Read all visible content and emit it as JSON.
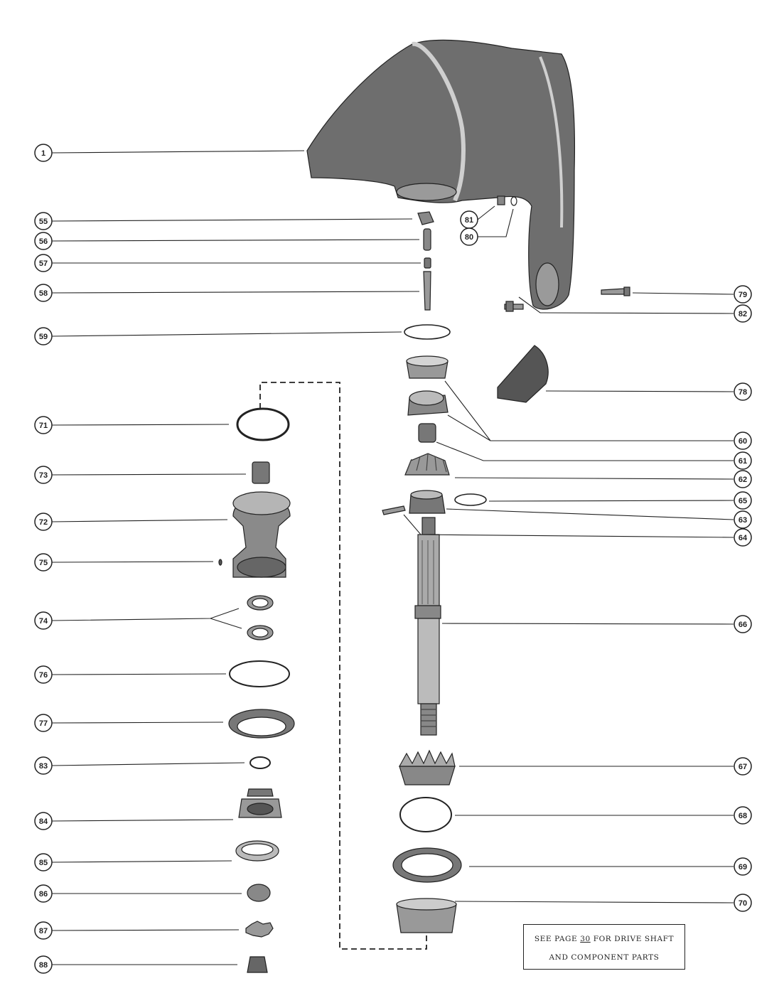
{
  "callouts": {
    "c1": "1",
    "c55": "55",
    "c56": "56",
    "c57": "57",
    "c58": "58",
    "c59": "59",
    "c71": "71",
    "c73": "73",
    "c72": "72",
    "c75": "75",
    "c74": "74",
    "c76": "76",
    "c77": "77",
    "c83": "83",
    "c84": "84",
    "c85": "85",
    "c86": "86",
    "c87": "87",
    "c88": "88",
    "c81": "81",
    "c80": "80",
    "c79": "79",
    "c82": "82",
    "c78": "78",
    "c60": "60",
    "c61": "61",
    "c62": "62",
    "c65": "65",
    "c63": "63",
    "c64": "64",
    "c66": "66",
    "c67": "67",
    "c68": "68",
    "c69": "69",
    "c70": "70"
  },
  "note": {
    "prefix": "SEE PAGE ",
    "page": "30",
    "suffix": " FOR DRIVE SHAFT",
    "line2": "AND COMPONENT PARTS"
  },
  "colors": {
    "ink": "#222222",
    "part_dark": "#555555",
    "part_mid": "#8a8a8a",
    "part_light": "#bdbdbd"
  }
}
